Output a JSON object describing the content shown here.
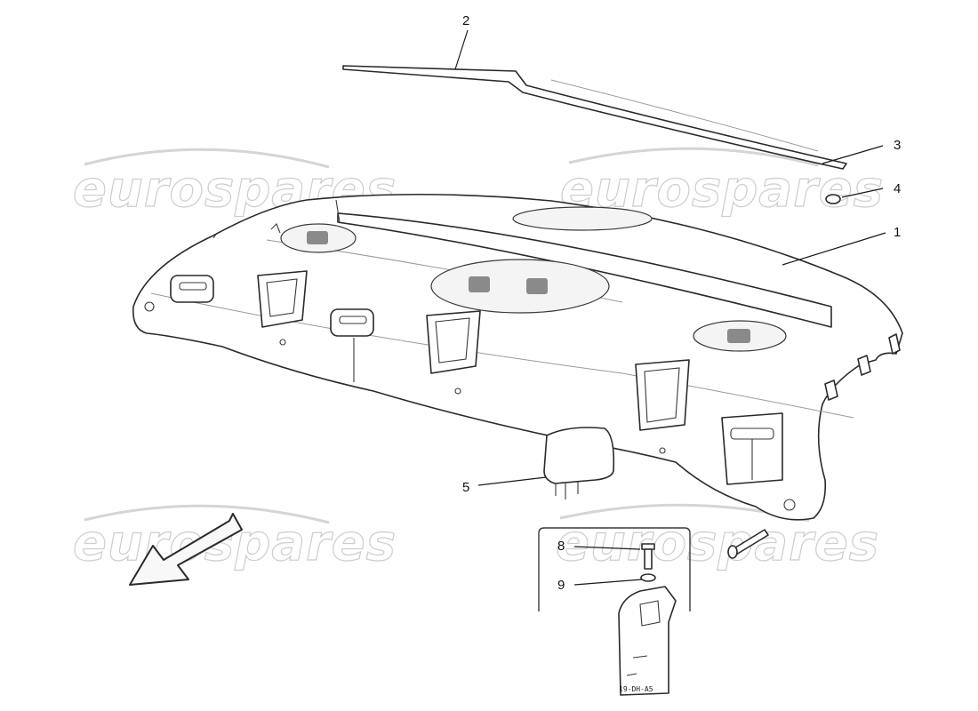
{
  "callouts": [
    {
      "id": "1",
      "label": "1"
    },
    {
      "id": "2",
      "label": "2"
    },
    {
      "id": "3",
      "label": "3"
    },
    {
      "id": "4",
      "label": "4"
    },
    {
      "id": "5",
      "label": "5"
    },
    {
      "id": "8",
      "label": "8"
    },
    {
      "id": "9",
      "label": "9"
    }
  ],
  "watermark": {
    "text": "eurospares"
  },
  "detail_ref": {
    "text": "19-DH-A5"
  }
}
